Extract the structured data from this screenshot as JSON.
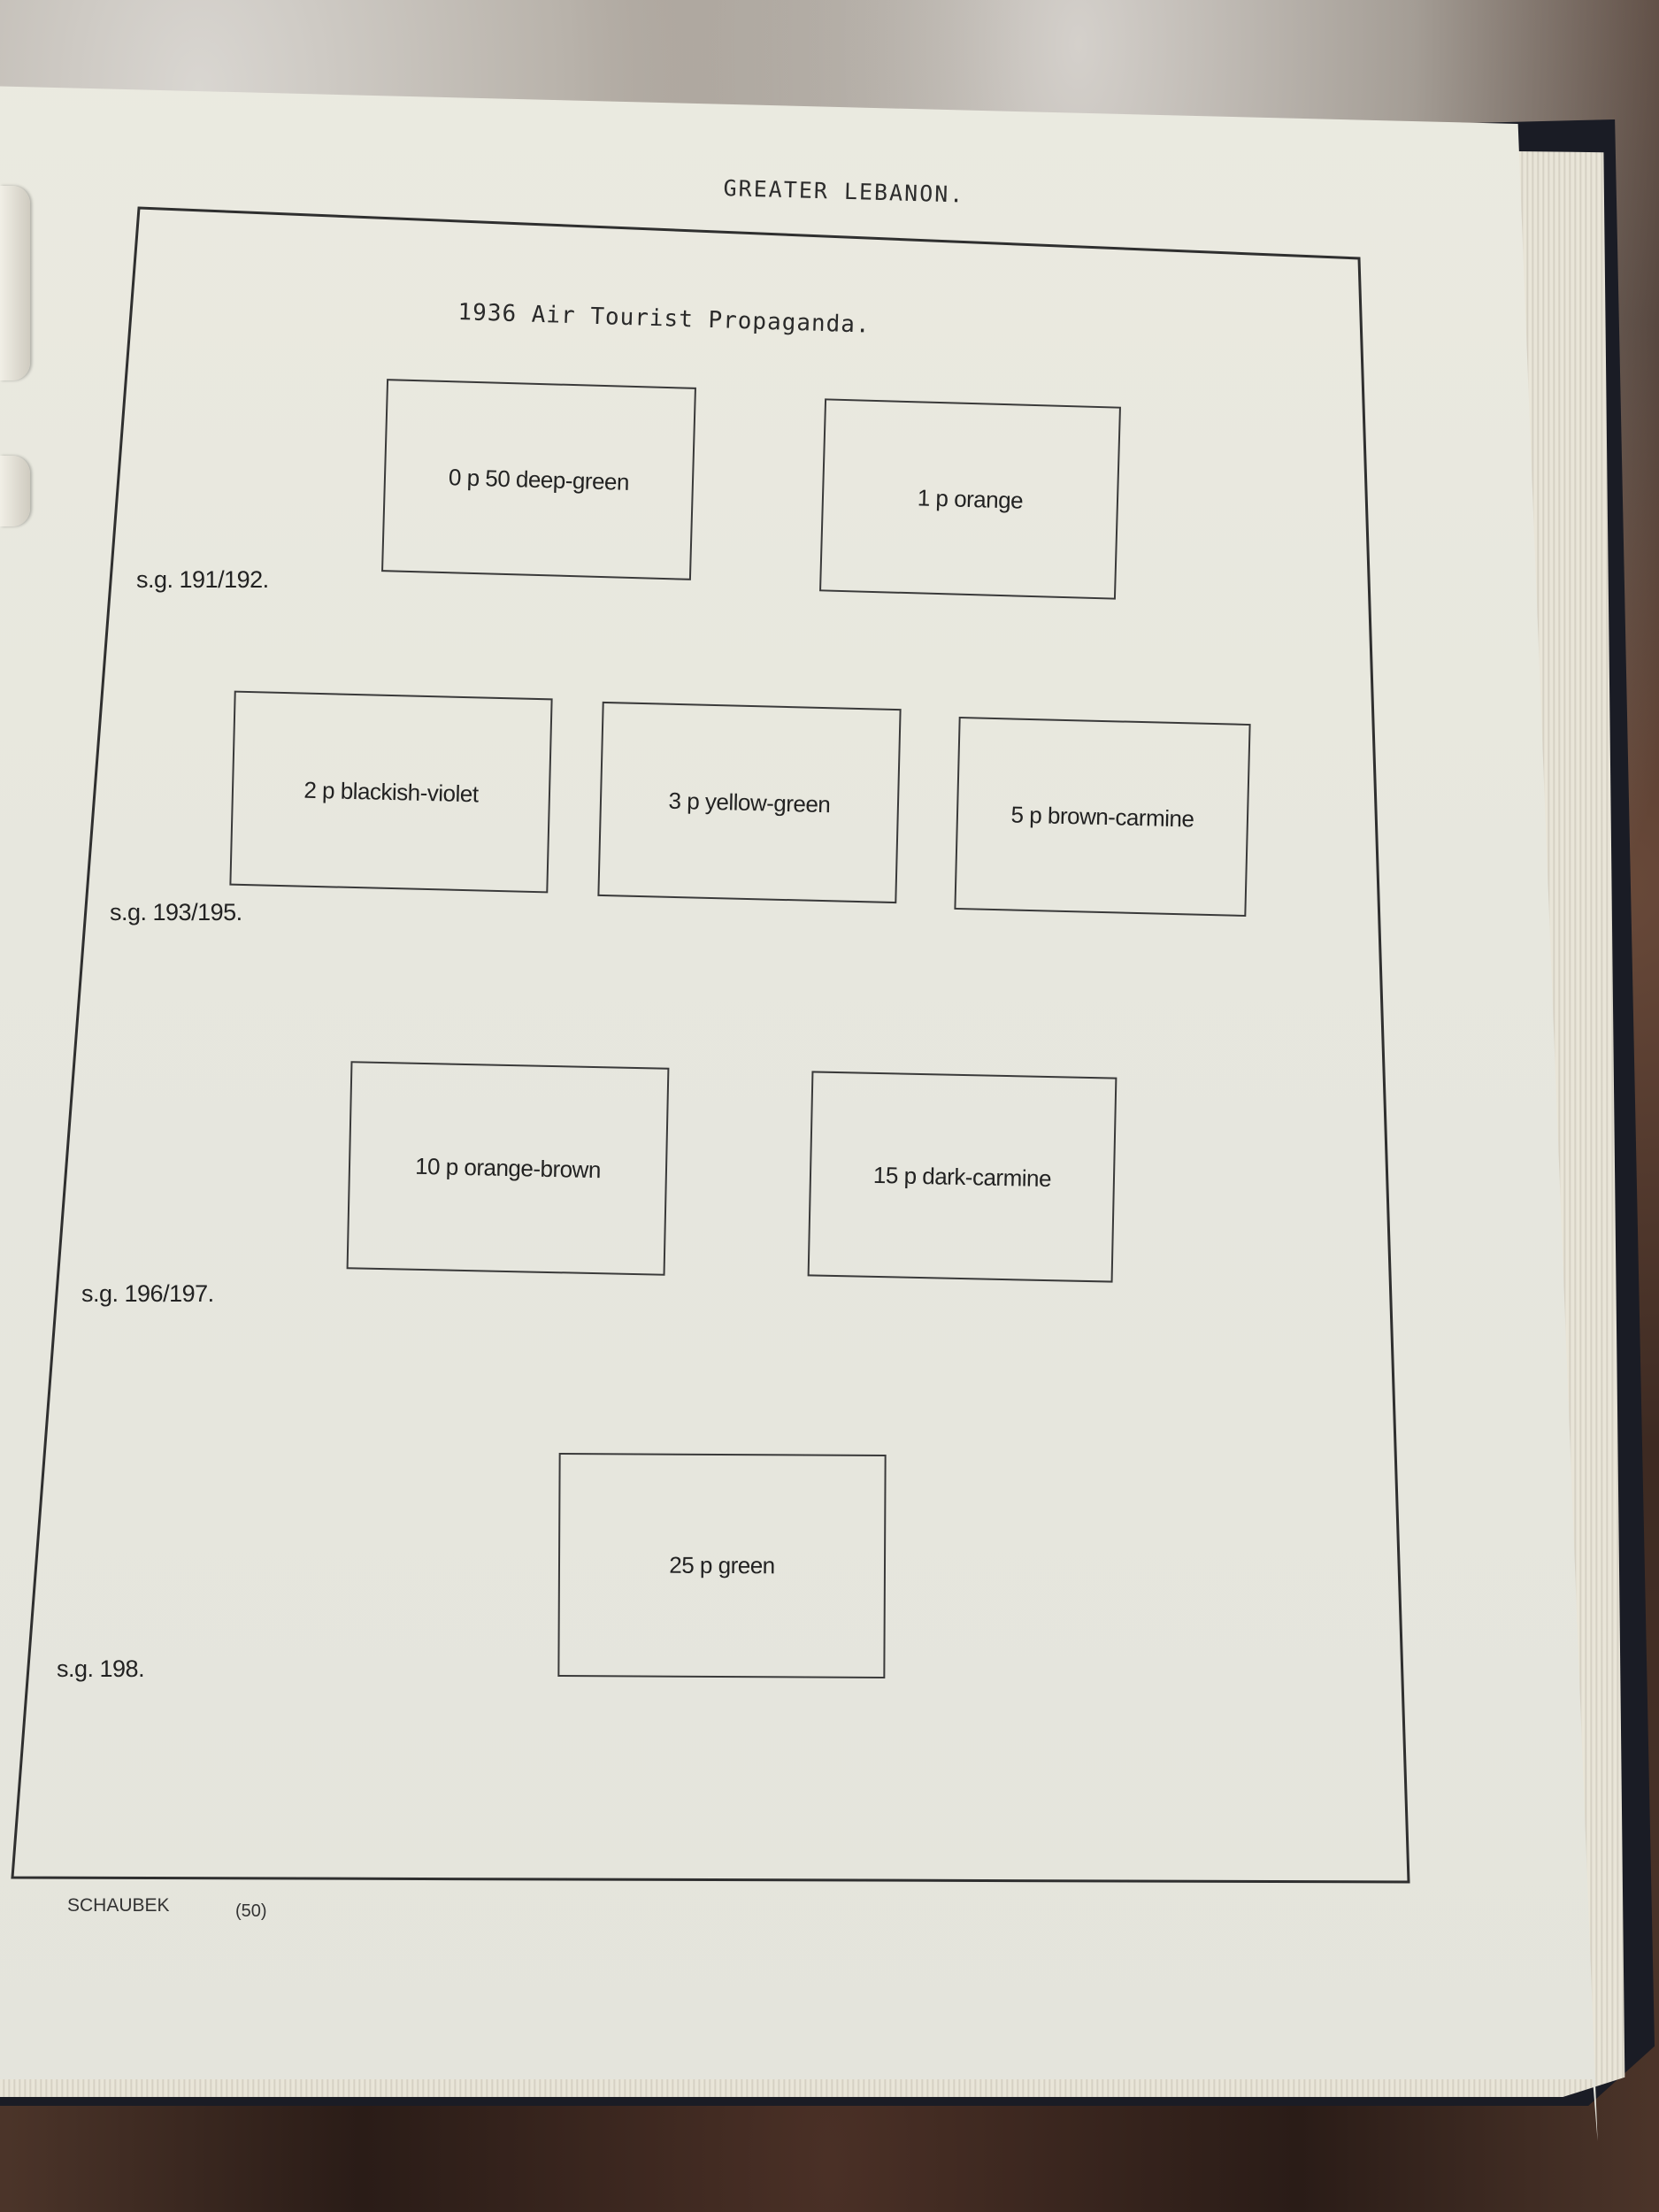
{
  "page": {
    "country_title": "GREATER LEBANON.",
    "set_heading": "1936 Air Tourist Propaganda.",
    "footer_brand": "SCHAUBEK",
    "footer_page": "(50)"
  },
  "rows": [
    {
      "sg_ref": "s.g. 191/192.",
      "stamps": [
        {
          "label": "0 p 50   deep-green"
        },
        {
          "label": "1 p     orange"
        }
      ]
    },
    {
      "sg_ref": "s.g. 193/195.",
      "stamps": [
        {
          "label": "2 p   blackish-violet"
        },
        {
          "label": "3 p   yellow-green"
        },
        {
          "label": "5 p   brown-carmine"
        }
      ]
    },
    {
      "sg_ref": "s.g. 196/197.",
      "stamps": [
        {
          "label": "10 p   orange-brown"
        },
        {
          "label": "15 p   dark-carmine"
        }
      ]
    },
    {
      "sg_ref": "s.g. 198.",
      "stamps": [
        {
          "label": "25 p     green"
        }
      ]
    }
  ]
}
